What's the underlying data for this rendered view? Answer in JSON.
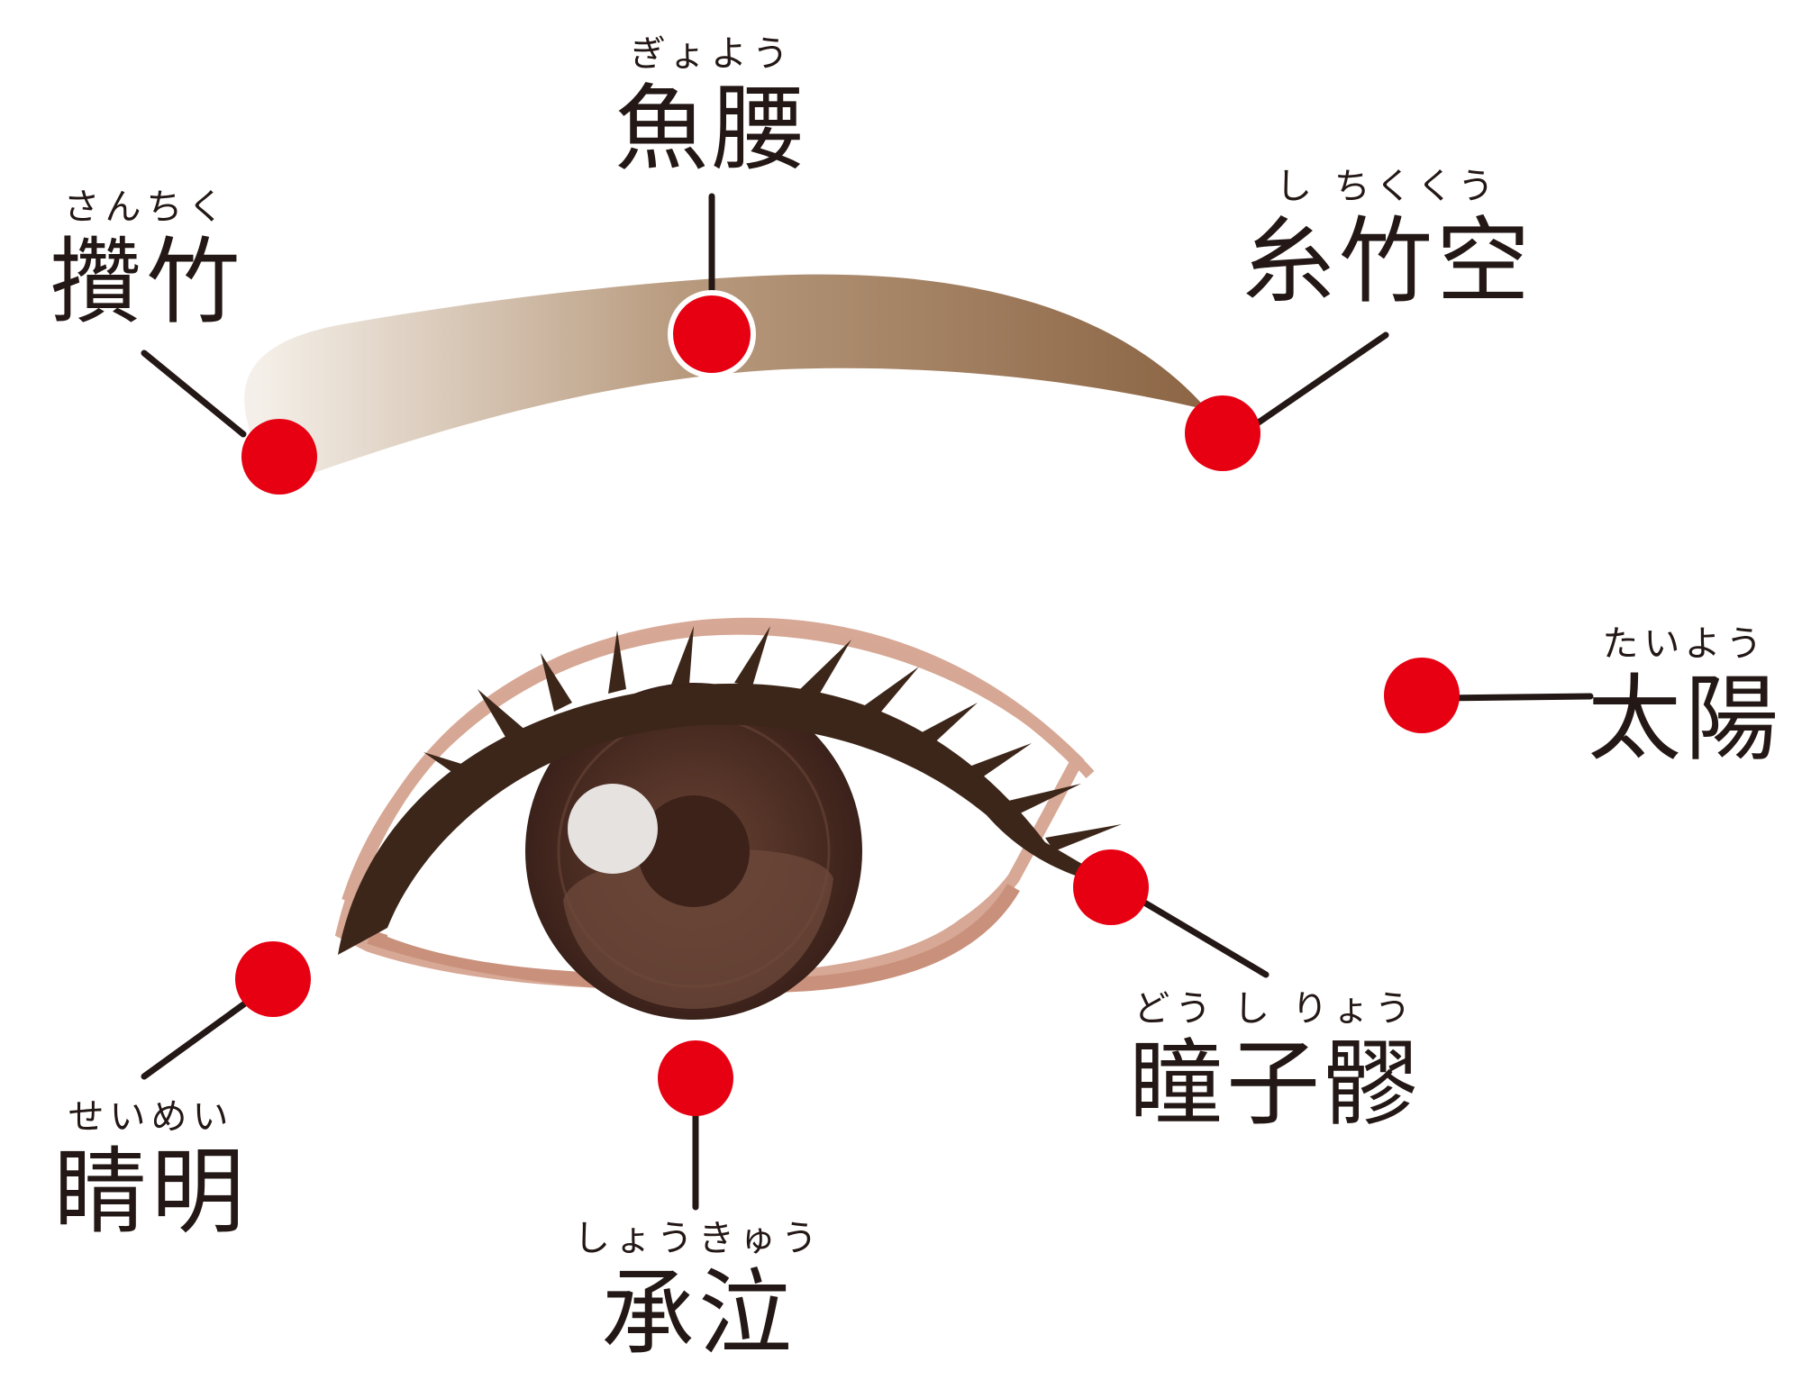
{
  "colors": {
    "point": "#e60012",
    "line": "#231815",
    "brow_dark": "#8f6a48",
    "brow_light": "#f1ebe3",
    "iris_dark": "#3b221b",
    "iris_mid": "#5b3a2e",
    "liner": "#3a2418",
    "rim": "#d6a794",
    "text": "#231815"
  },
  "points": [
    {
      "id": "sanchiku",
      "kana": "さんちく",
      "kanji": "攢竹"
    },
    {
      "id": "gyoyou",
      "kana": "ぎょよう",
      "kanji": "魚腰"
    },
    {
      "id": "shichikukuu",
      "kana": "し ちくくう",
      "kanji": "糸竹空"
    },
    {
      "id": "taiyou",
      "kana": "たいよう",
      "kanji": "太陽"
    },
    {
      "id": "doushiryou",
      "kana": "どう し りょう",
      "kanji": "瞳子髎"
    },
    {
      "id": "seimei",
      "kana": "せいめい",
      "kanji": "睛明"
    },
    {
      "id": "shoukyuu",
      "kana": "しょうきゅう",
      "kanji": "承泣"
    }
  ]
}
